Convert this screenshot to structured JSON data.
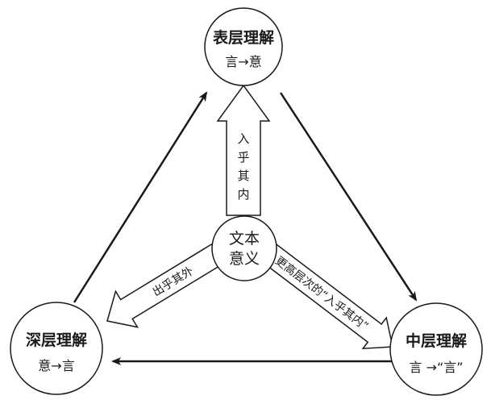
{
  "nodes": {
    "surface": {
      "title": "表层理解",
      "relation": "言→意"
    },
    "middle": {
      "title": "中层理解",
      "relation": "言 →“言”"
    },
    "deep": {
      "title": "深层理解",
      "relation": "意→言"
    },
    "center": {
      "line1": "文本",
      "line2": "意义"
    }
  },
  "arrows": {
    "up_label": [
      "入",
      "乎",
      "其",
      "内"
    ],
    "left_label": "出乎其外",
    "right_label": "更高层次的“入乎其内”"
  }
}
